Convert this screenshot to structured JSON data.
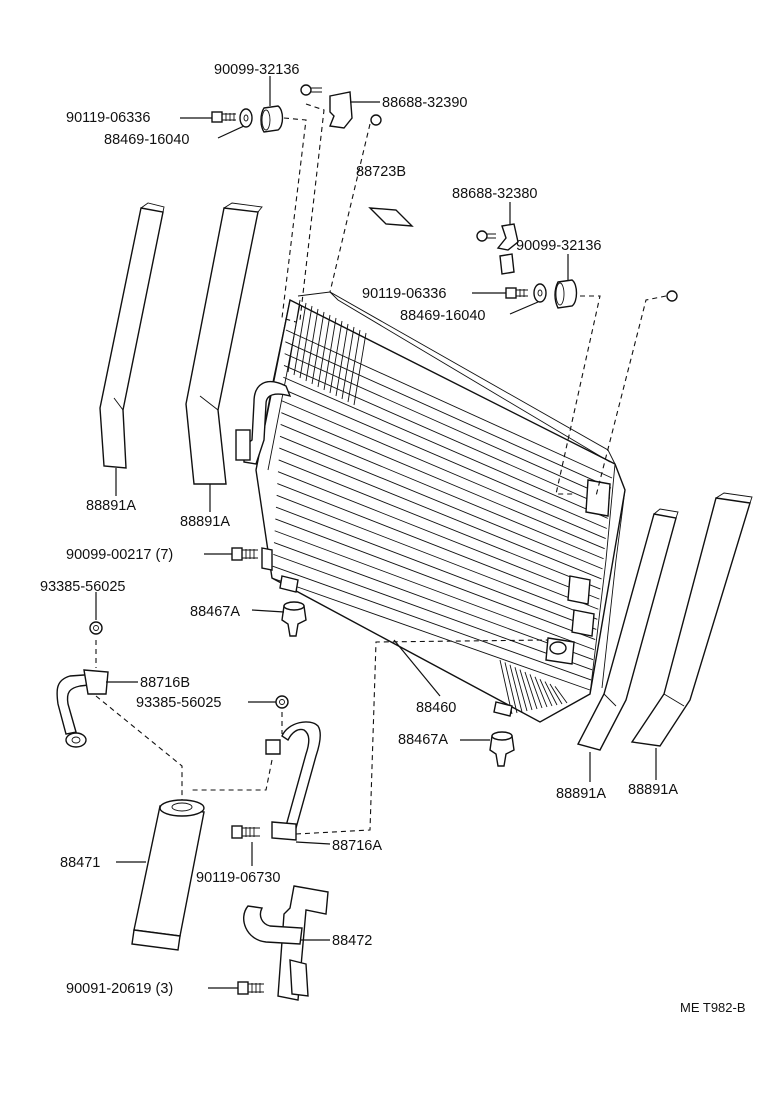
{
  "parts": [
    {
      "key": "p1",
      "label": "90099-32136"
    },
    {
      "key": "p2",
      "label": "90119-06336"
    },
    {
      "key": "p3",
      "label": "88688-32390"
    },
    {
      "key": "p4",
      "label": "88469-16040"
    },
    {
      "key": "p5",
      "label": "88723B"
    },
    {
      "key": "p6",
      "label": "88688-32380"
    },
    {
      "key": "p7",
      "label": "90099-32136"
    },
    {
      "key": "p8",
      "label": "90119-06336"
    },
    {
      "key": "p9",
      "label": "88469-16040"
    },
    {
      "key": "p10",
      "label": "88891A"
    },
    {
      "key": "p11",
      "label": "88891A"
    },
    {
      "key": "p12",
      "label": "90099-00217 (7)"
    },
    {
      "key": "p13",
      "label": "93385-56025"
    },
    {
      "key": "p14",
      "label": "88467A"
    },
    {
      "key": "p15",
      "label": "88716B"
    },
    {
      "key": "p16",
      "label": "93385-56025"
    },
    {
      "key": "p17",
      "label": "88460"
    },
    {
      "key": "p18",
      "label": "88467A"
    },
    {
      "key": "p19",
      "label": "88891A"
    },
    {
      "key": "p20",
      "label": "88891A"
    },
    {
      "key": "p21",
      "label": "88471"
    },
    {
      "key": "p22",
      "label": "88716A"
    },
    {
      "key": "p23",
      "label": "90119-06730"
    },
    {
      "key": "p24",
      "label": "88472"
    },
    {
      "key": "p25",
      "label": "90091-20619 (3)"
    }
  ],
  "diagram_code": "ME T982-B"
}
